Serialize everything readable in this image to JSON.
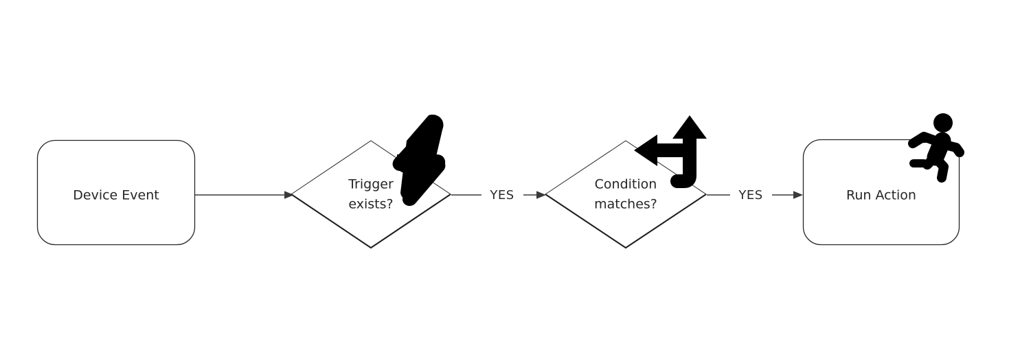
{
  "diagram": {
    "type": "flowchart",
    "orientation": "left-to-right",
    "background_color": "#ffffff",
    "line_color": "#3a3a3a",
    "text_color": "#262626",
    "icon_color": "#000000",
    "nodes": [
      {
        "id": "device-event",
        "label": "Device Event",
        "shape": "rounded-rectangle",
        "icon": null
      },
      {
        "id": "trigger-exists",
        "label_line1": "Trigger",
        "label_line2": "exists?",
        "shape": "diamond",
        "icon": "lightning-bolt-icon"
      },
      {
        "id": "condition-matches",
        "label_line1": "Condition",
        "label_line2": "matches?",
        "shape": "diamond",
        "icon": "branch-arrow-icon"
      },
      {
        "id": "run-action",
        "label": "Run Action",
        "shape": "rounded-rectangle",
        "icon": "running-person-icon"
      }
    ],
    "edges": [
      {
        "id": "edge-1",
        "from": "device-event",
        "to": "trigger-exists",
        "label": ""
      },
      {
        "id": "edge-2",
        "from": "trigger-exists",
        "to": "condition-matches",
        "label": "YES"
      },
      {
        "id": "edge-3",
        "from": "condition-matches",
        "to": "run-action",
        "label": "YES"
      }
    ]
  }
}
